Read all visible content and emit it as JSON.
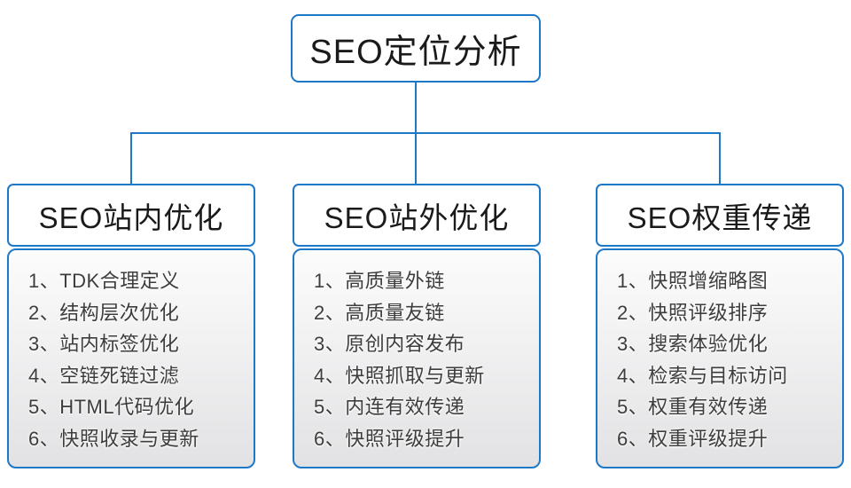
{
  "diagram": {
    "title": "SEO定位分析",
    "root": {
      "label": "SEO定位分析"
    },
    "columns": [
      {
        "header": "SEO站内优化",
        "items": [
          "1、TDK合理定义",
          "2、结构层次优化",
          "3、站内标签优化",
          "4、空链死链过滤",
          "5、HTML代码优化",
          "6、快照收录与更新"
        ]
      },
      {
        "header": "SEO站外优化",
        "items": [
          "1、高质量外链",
          "2、高质量友链",
          "3、原创内容发布",
          "4、快照抓取与更新",
          "5、内连有效传递",
          "6、快照评级提升"
        ]
      },
      {
        "header": "SEO权重传递",
        "items": [
          "1、快照增缩略图",
          "2、快照评级排序",
          "3、搜索体验优化",
          "4、检索与目标访问",
          "5、权重有效传递",
          "6、权重评级提升"
        ]
      }
    ],
    "colors": {
      "accent_blue": "#1e78c8",
      "list_bg_top": "#fcfcfc",
      "list_bg_bottom": "#e2e2e4",
      "header_text": "#1a1a1a",
      "item_text": "#3d3d3d"
    }
  }
}
